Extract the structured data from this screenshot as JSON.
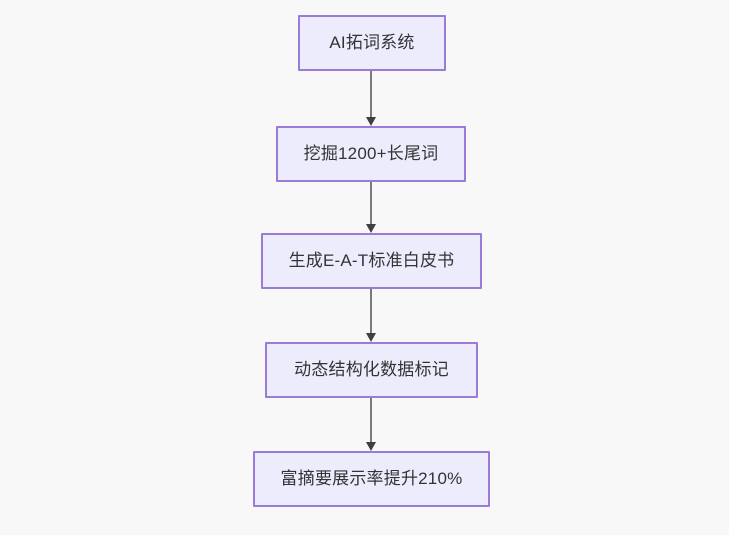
{
  "diagram": {
    "type": "flowchart",
    "direction": "top-to-bottom",
    "background_color": "#f8f8f8",
    "node_fill_color": "#ececfd",
    "node_border_color": "#9a7bd6",
    "node_text_color": "#333333",
    "edge_color": "#7a7a7a",
    "arrowhead_color": "#3f3f3f",
    "nodes": [
      {
        "id": "n1",
        "label": "AI拓词系统"
      },
      {
        "id": "n2",
        "label": "挖掘1200+长尾词"
      },
      {
        "id": "n3",
        "label": "生成E-A-T标准白皮书"
      },
      {
        "id": "n4",
        "label": "动态结构化数据标记"
      },
      {
        "id": "n5",
        "label": "富摘要展示率提升210%"
      }
    ],
    "edges": [
      {
        "from": "n1",
        "to": "n2",
        "label": ""
      },
      {
        "from": "n2",
        "to": "n3",
        "label": ""
      },
      {
        "from": "n3",
        "to": "n4",
        "label": ""
      },
      {
        "from": "n4",
        "to": "n5",
        "label": ""
      }
    ]
  }
}
